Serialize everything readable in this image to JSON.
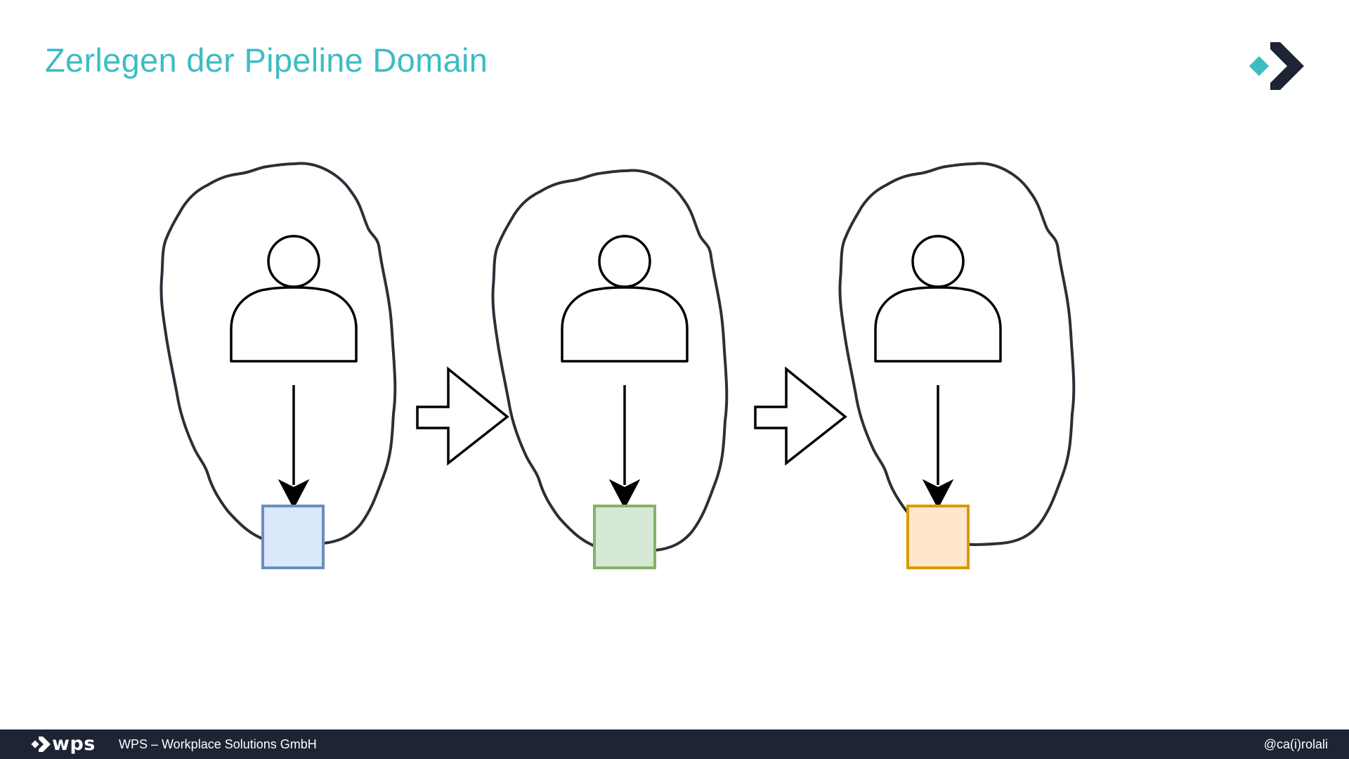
{
  "slide": {
    "title": "Zerlegen der Pipeline Domain"
  },
  "brand": {
    "logo_icon": "wps-chevron-logo-icon",
    "accent_color": "#3dbcc4",
    "dark_color": "#1d2433"
  },
  "diagram": {
    "domains": [
      {
        "name": "domain-1",
        "artifact_fill": "#dae8fc",
        "artifact_stroke": "#6c8ebf"
      },
      {
        "name": "domain-2",
        "artifact_fill": "#d5e8d4",
        "artifact_stroke": "#82b366"
      },
      {
        "name": "domain-3",
        "artifact_fill": "#ffe6cc",
        "artifact_stroke": "#d79b00"
      }
    ],
    "connectors": [
      "block-arrow-right",
      "block-arrow-right"
    ],
    "icons": [
      "person-icon",
      "hand-drawn-blob",
      "block-arrow-icon"
    ]
  },
  "footer": {
    "logo_text": "wps",
    "company": "WPS – Workplace Solutions GmbH",
    "handle": "@ca(i)rolali"
  }
}
